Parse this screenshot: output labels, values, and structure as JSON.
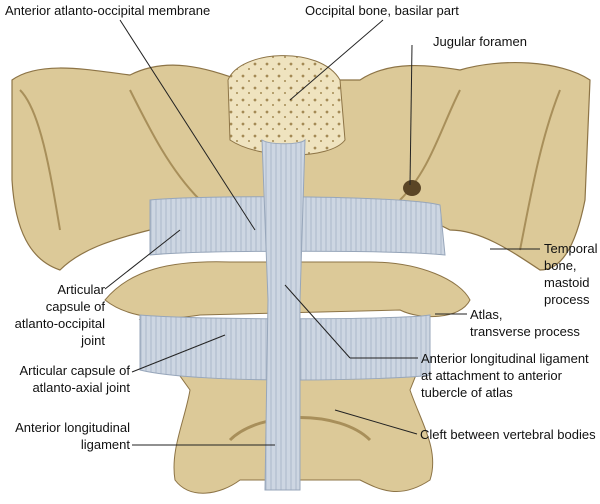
{
  "labels": {
    "anterior_atlanto_occipital_membrane": "Anterior atlanto-occipital membrane",
    "occipital_bone": "Occipital bone, basilar part",
    "jugular_foramen": "Jugular foramen",
    "temporal_bone": [
      "Temporal",
      "bone,",
      "mastoid",
      "process"
    ],
    "articular_capsule_ao": [
      "Articular",
      "capsule of",
      "atlanto-occipital",
      "joint"
    ],
    "atlas_tp": [
      "Atlas,",
      "transverse process"
    ],
    "articular_capsule_aa": [
      "Articular capsule of",
      "atlanto-axial joint"
    ],
    "all_attachment": [
      "Anterior longitudinal ligament",
      "at attachment to anterior",
      "tubercle of atlas"
    ],
    "anterior_longitudinal_ligament": [
      "Anterior longitudinal",
      "ligament"
    ],
    "cleft": "Cleft between vertebral bodies"
  },
  "colors": {
    "bone": "#dcc998",
    "bone_shadow": "#a88f5a",
    "ligament": "#c9d3e0",
    "ligament_line": "#97a6ba"
  }
}
